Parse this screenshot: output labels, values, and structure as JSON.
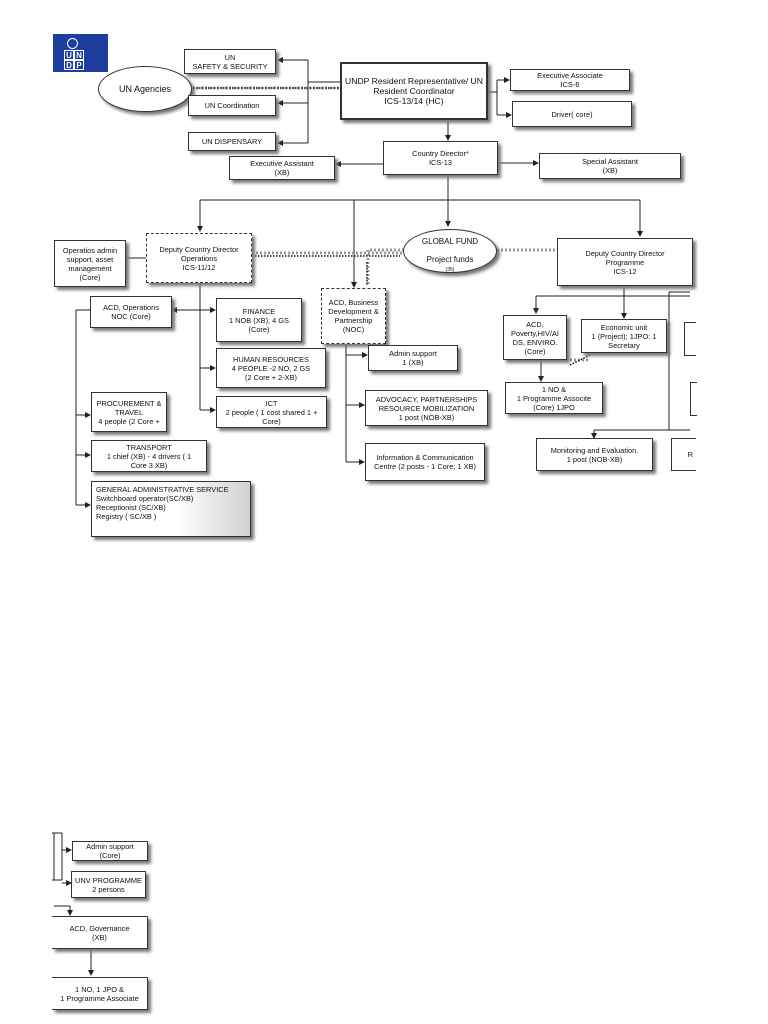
{
  "logo": {
    "letters": [
      "U",
      "N",
      "D",
      "P"
    ]
  },
  "org_chart": {
    "un_agencies": "UN Agencies",
    "un_safety": "UN\nSAFETY & SECURITY",
    "un_coordination": "UN Coordination",
    "un_dispensary": "UN DISPENSARY",
    "resident_rep": "UNDP Resident Representative/ UN\nResident Coordinator\nICS-13/14 (HC)",
    "executive_associate": "Executive Associate\nICS-6",
    "driver": "Driver( core)",
    "country_director": "Country Director*\nICS-13",
    "executive_assistant": "Executive Assistant\n(XB)",
    "special_assistant": "Special Assistant\n(XB)",
    "ops_admin_support": "Operatios admin\nsupport, asset\nmanagement (Core)",
    "dcd_operations": "Deputy Country Director\nOperations\nICS-11/12",
    "global_fund": "GLOBAL FUND",
    "global_fund_sub": "Project funds",
    "global_fund_note": "(35)",
    "dcd_programme": "Deputy Country Director\nProgramme\nICS-12",
    "acd_operations": "ACD, Operations\nNOC (Core)",
    "finance": "FINANCE\n1 NOB (XB), 4 GS\n(Core)",
    "acd_business": "ACD, Business\nDevelopment &\nPartnership\n(NOC)",
    "human_resources": "HUMAN RESOURCES\n4 PEOPLE -2 NO, 2 GS\n(2 Core + 2-XB)",
    "admin_support_1": "Admin support\n1 (XB)",
    "ict": "ICT\n2 people  ( 1 cost shared 1 +\nCore)",
    "procurement": "PROCUREMENT &\nTRAVEL\n4 people (2 Core +",
    "advocacy": "ADVOCACY, PARTNERSHIPS\nRESOURCE MOBILIZATION\n1 post (NOB-XB)",
    "transport": "TRANSPORT\n1 chief (XB) - 4 drivers  ( 1\nCore 3 XB)",
    "info_comm": "Information & Communication\nCentre (2 posts - 1 Core; 1 XB)",
    "general_admin": "GENERAL ADMINISTRATIVE SERVICE\nSwitchboard operator(SC/XB)\nReceptionist (SC/XB)\nRegistry ( SC/XB )",
    "acd_poverty": "ACD,\nPoverty,HIV/AI\nDS, ENVIRO.\n(Core)",
    "economic_unit": "Economic unit\n1  (Project); 1JPO: 1\nSecretary",
    "one_no": "1 NO &\n1 Programme Associte\n(Core) 1JPO",
    "monitoring": "Monitoring and Evaluation.\n1 post (NOB-XB)",
    "r_partial": "R",
    "admin_support_core": "Admin support\n(Core)",
    "unv_programme": "UNV PROGRAMME\n2 persons",
    "acd_governance": "ACD, Governance\n(XB)",
    "one_no_jpo": "1 NO, 1 JPO &\n1 Programme Associate"
  },
  "colors": {
    "logo_blue": "#1d3e9e",
    "line": "#222222",
    "dotted": "#999999"
  }
}
